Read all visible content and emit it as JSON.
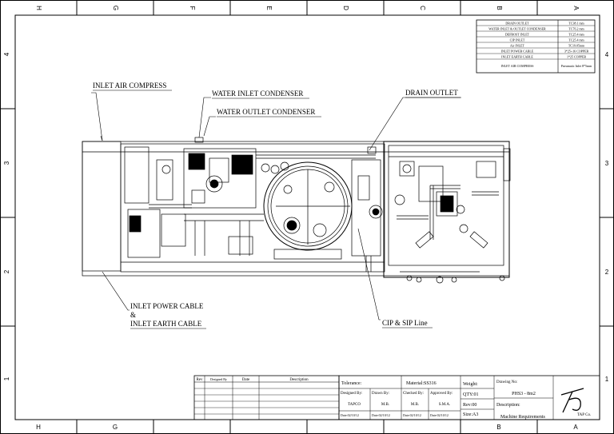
{
  "zones": {
    "cols": [
      "H",
      "G",
      "F",
      "E",
      "D",
      "C",
      "B",
      "A"
    ],
    "rows": [
      "4",
      "3",
      "2",
      "1"
    ]
  },
  "spec_table": [
    {
      "label": "DRAIN OUTLET",
      "value": "TC38.1 mm"
    },
    {
      "label": "WATER INLET & OUTLET CONDENSER",
      "value": "TC76.2 mm"
    },
    {
      "label": "DEFROST INLET",
      "value": "TC25.4 mm"
    },
    {
      "label": "CIP INLET",
      "value": "TC25.4 mm"
    },
    {
      "label": "Air INLET",
      "value": "TC19.05mm"
    },
    {
      "label": "INLET POWER CABLE",
      "value": "3*25+16 COPPER"
    },
    {
      "label": "INLET EARTH CABLE",
      "value": "1*25 COPPER"
    },
    {
      "label": "INLET AIR COMPRESS",
      "value": "Pneumatic Inlet 8*5mm"
    }
  ],
  "callouts": {
    "air_compress": "INLET AIR COMPRESS",
    "water_inlet": "WATER INLET CONDENSER",
    "water_outlet": "WATER OUTLET CONDENSER",
    "drain_outlet": "DRAIN OUTLET",
    "power_cable": "INLET POWER CABLE",
    "amp": "&",
    "earth_cable": "INLET EARTH CABLE",
    "cip_sip": "CIP & SIP Line"
  },
  "title_block": {
    "rev_header": {
      "rev": "Rev",
      "designed_by": "Designed By",
      "date": "Date",
      "description": "Description"
    },
    "tolerance": "Tolerance:",
    "material": "Material:SS316",
    "weight": "Weight:",
    "drawing_no_label": "Drawing No:",
    "designed_by_label": "Designed By:",
    "drawn_by_label": "Drawn By:",
    "checked_by_label": "Checked By:",
    "approved_by_label": "Approved By:",
    "designed_by": "TAPCO",
    "drawn_by": "M.B.",
    "checked_by": "M.B.",
    "approved_by": "S.M.A.",
    "date1": "Date:02/10/12",
    "date2": "Date:02/10/12",
    "date3": "Date:02/10/12",
    "date4": "Date:02/10/12",
    "qty": "QTY:01",
    "rev": "Rev:00",
    "size": "Size:A3",
    "drawing_no": "PHS3 - 8m2",
    "description_label": "Description:",
    "description": "Machine Requirements",
    "logo_text": "TAP Co."
  }
}
